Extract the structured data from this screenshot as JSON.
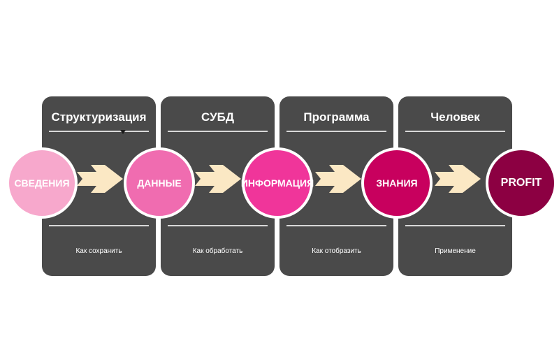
{
  "colors": {
    "panel": "#4a4a4a",
    "arrow": "#fbe8c4",
    "stage1": "#f7a8cc",
    "stage2": "#f06cb0",
    "stage3": "#f0359a",
    "stage4": "#c8005e",
    "stage5": "#8c0042"
  },
  "panels": [
    {
      "title": "Структуризация",
      "desc": "Как сохранить"
    },
    {
      "title": "СУБД",
      "desc": "Как обработать"
    },
    {
      "title": "Программа",
      "desc": "Как отобразить"
    },
    {
      "title": "Человек",
      "desc": "Применение"
    }
  ],
  "stages": [
    {
      "label": "СВЕДЕНИЯ"
    },
    {
      "label": "ДАННЫЕ"
    },
    {
      "label": "ИНФОРМАЦИЯ"
    },
    {
      "label": "ЗНАНИЯ"
    },
    {
      "label": "PROFIT"
    }
  ]
}
